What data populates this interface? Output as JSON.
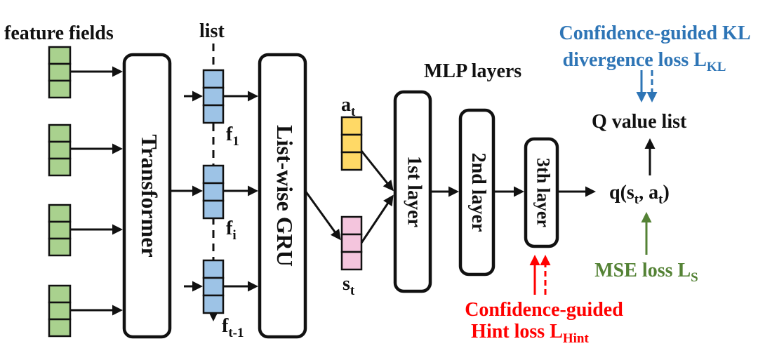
{
  "labels": {
    "feature_fields": "feature fields",
    "list": "list",
    "mlp_layers": "MLP layers",
    "transformer": "Transformer",
    "gru": "List-wise GRU",
    "layer1": "1st layer",
    "layer2": "2nd layer",
    "layer3": "3th layer",
    "f": "f",
    "f1_sub": "1",
    "fi_sub": "i",
    "ft_sub": "t-1",
    "a": "a",
    "a_sub": "t",
    "s": "s",
    "s_sub": "t",
    "q_value_list": "Q value list",
    "q_prefix": "q(s",
    "q_sub1": "t",
    "q_mid": ", a",
    "q_sub2": "t",
    "q_suffix": ")",
    "kl_line1": "Confidence-guided KL",
    "kl_line2": "divergence loss L",
    "kl_sub": "KL",
    "mse_text": "MSE loss L",
    "mse_sub": "S",
    "hint_line1": "Confidence-guided",
    "hint_line2": "Hint loss L",
    "hint_sub": "Hint"
  },
  "colors": {
    "feature_cell": "#a9d18e",
    "list_cell": "#9dc3e6",
    "action_cell": "#ffd966",
    "state_cell": "#f4c5dd",
    "kl_loss": "#2e75b6",
    "mse_loss": "#548235",
    "hint_loss": "#ff0000"
  }
}
